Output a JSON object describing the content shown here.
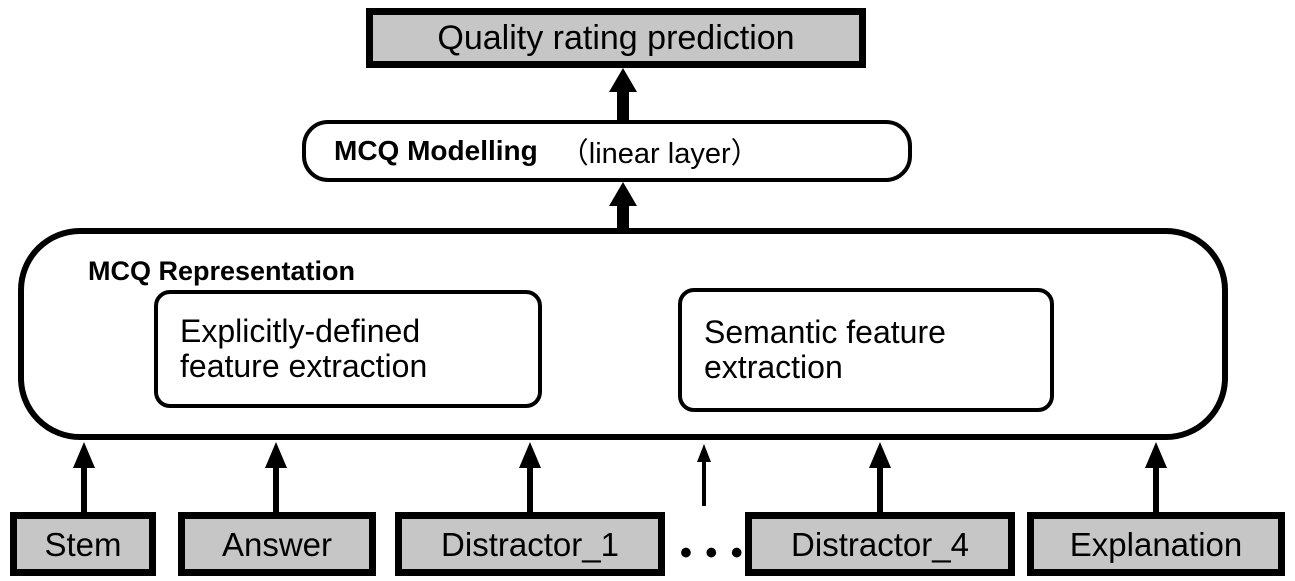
{
  "diagram": {
    "title_box": {
      "label": "Quality rating prediction"
    },
    "modelling_box": {
      "bold_label": "MCQ Modelling",
      "regular_label": "（linear layer）"
    },
    "representation_box": {
      "label": "MCQ Representation",
      "inner_boxes": [
        {
          "label": "Explicitly-defined feature extraction"
        },
        {
          "label": "Semantic feature extraction"
        }
      ]
    },
    "input_boxes": [
      {
        "label": "Stem"
      },
      {
        "label": "Answer"
      },
      {
        "label": "Distractor_1"
      },
      {
        "label": "Distractor_4"
      },
      {
        "label": "Explanation"
      }
    ],
    "ellipsis": "• • •",
    "colors": {
      "box_fill": "#c6c6c6",
      "stroke": "#000000",
      "background": "#ffffff"
    }
  }
}
